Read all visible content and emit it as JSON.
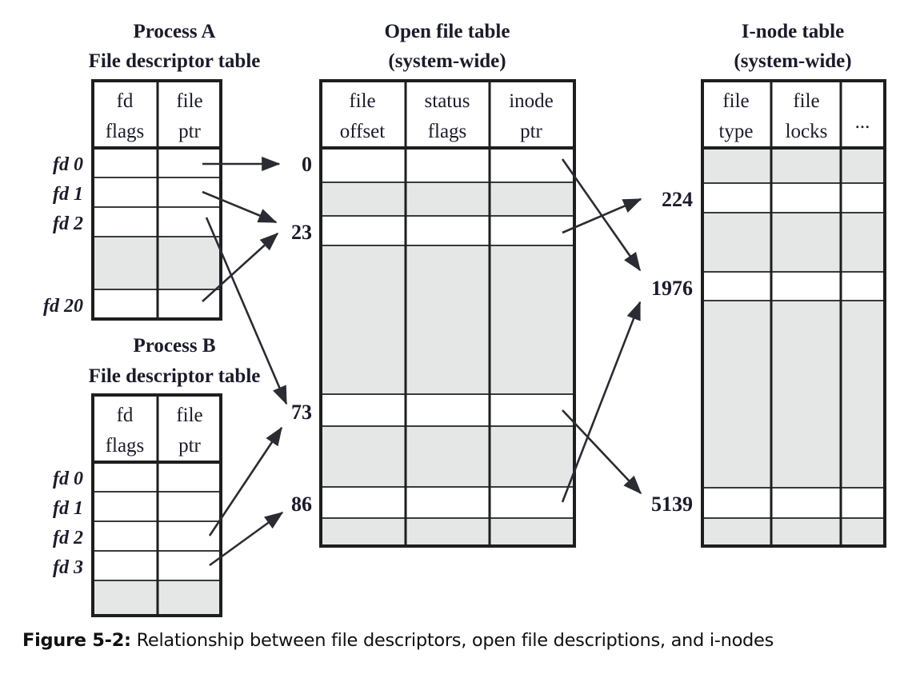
{
  "figure": {
    "label": "Figure 5-2:",
    "caption": "Relationship between file descriptors, open file descriptions, and i-nodes"
  },
  "process_a": {
    "title_line1": "Process A",
    "title_line2": "File descriptor table",
    "columns": [
      {
        "line1": "fd",
        "line2": "flags"
      },
      {
        "line1": "file",
        "line2": "ptr"
      }
    ],
    "rows": [
      {
        "label": "fd 0",
        "shaded": false
      },
      {
        "label": "fd 1",
        "shaded": false
      },
      {
        "label": "fd 2",
        "shaded": false
      },
      {
        "label": "",
        "shaded": true
      },
      {
        "label": "fd 20",
        "shaded": false
      }
    ]
  },
  "process_b": {
    "title_line1": "Process B",
    "title_line2": "File descriptor table",
    "columns": [
      {
        "line1": "fd",
        "line2": "flags"
      },
      {
        "line1": "file",
        "line2": "ptr"
      }
    ],
    "rows": [
      {
        "label": "fd 0",
        "shaded": false
      },
      {
        "label": "fd 1",
        "shaded": false
      },
      {
        "label": "fd 2",
        "shaded": false
      },
      {
        "label": "fd 3",
        "shaded": false
      },
      {
        "label": "",
        "shaded": true
      }
    ]
  },
  "open_file_table": {
    "title_line1": "Open file table",
    "title_line2": "(system-wide)",
    "columns": [
      {
        "line1": "file",
        "line2": "offset"
      },
      {
        "line1": "status",
        "line2": "flags"
      },
      {
        "line1": "inode",
        "line2": "ptr"
      }
    ],
    "rows": [
      {
        "label": "0",
        "shaded": false
      },
      {
        "label": "",
        "shaded": true
      },
      {
        "label": "23",
        "shaded": false
      },
      {
        "label": "",
        "shaded": true
      },
      {
        "label": "73",
        "shaded": false
      },
      {
        "label": "",
        "shaded": true
      },
      {
        "label": "86",
        "shaded": false
      },
      {
        "label": "",
        "shaded": true
      }
    ]
  },
  "inode_table": {
    "title_line1": "I-node table",
    "title_line2": "(system-wide)",
    "columns": [
      {
        "line1": "file",
        "line2": "type"
      },
      {
        "line1": "file",
        "line2": "locks"
      },
      {
        "line1": "",
        "line2": "..."
      }
    ],
    "rows": [
      {
        "label": "",
        "shaded": true
      },
      {
        "label": "224",
        "shaded": false
      },
      {
        "label": "",
        "shaded": true
      },
      {
        "label": "1976",
        "shaded": false
      },
      {
        "label": "",
        "shaded": true
      },
      {
        "label": "5139",
        "shaded": false
      },
      {
        "label": "",
        "shaded": true
      }
    ]
  },
  "links": {
    "process_a_to_open_file": [
      {
        "from": "fd 0",
        "to": "0"
      },
      {
        "from": "fd 1",
        "to": "23"
      },
      {
        "from": "fd 2",
        "to": "73"
      },
      {
        "from": "fd 20",
        "to": "23"
      }
    ],
    "process_b_to_open_file": [
      {
        "from": "fd 2",
        "to": "73"
      },
      {
        "from": "fd 3",
        "to": "86"
      }
    ],
    "open_file_to_inode": [
      {
        "from": "0",
        "to": "1976"
      },
      {
        "from": "23",
        "to": "224"
      },
      {
        "from": "73",
        "to": "5139"
      },
      {
        "from": "86",
        "to": "1976"
      }
    ]
  },
  "colors": {
    "shaded_cell": "#e4e7e6",
    "white_cell": "#ffffff",
    "border": "#1e1e1e",
    "text": "#1b1b2b",
    "arrow": "#2b2b33"
  }
}
